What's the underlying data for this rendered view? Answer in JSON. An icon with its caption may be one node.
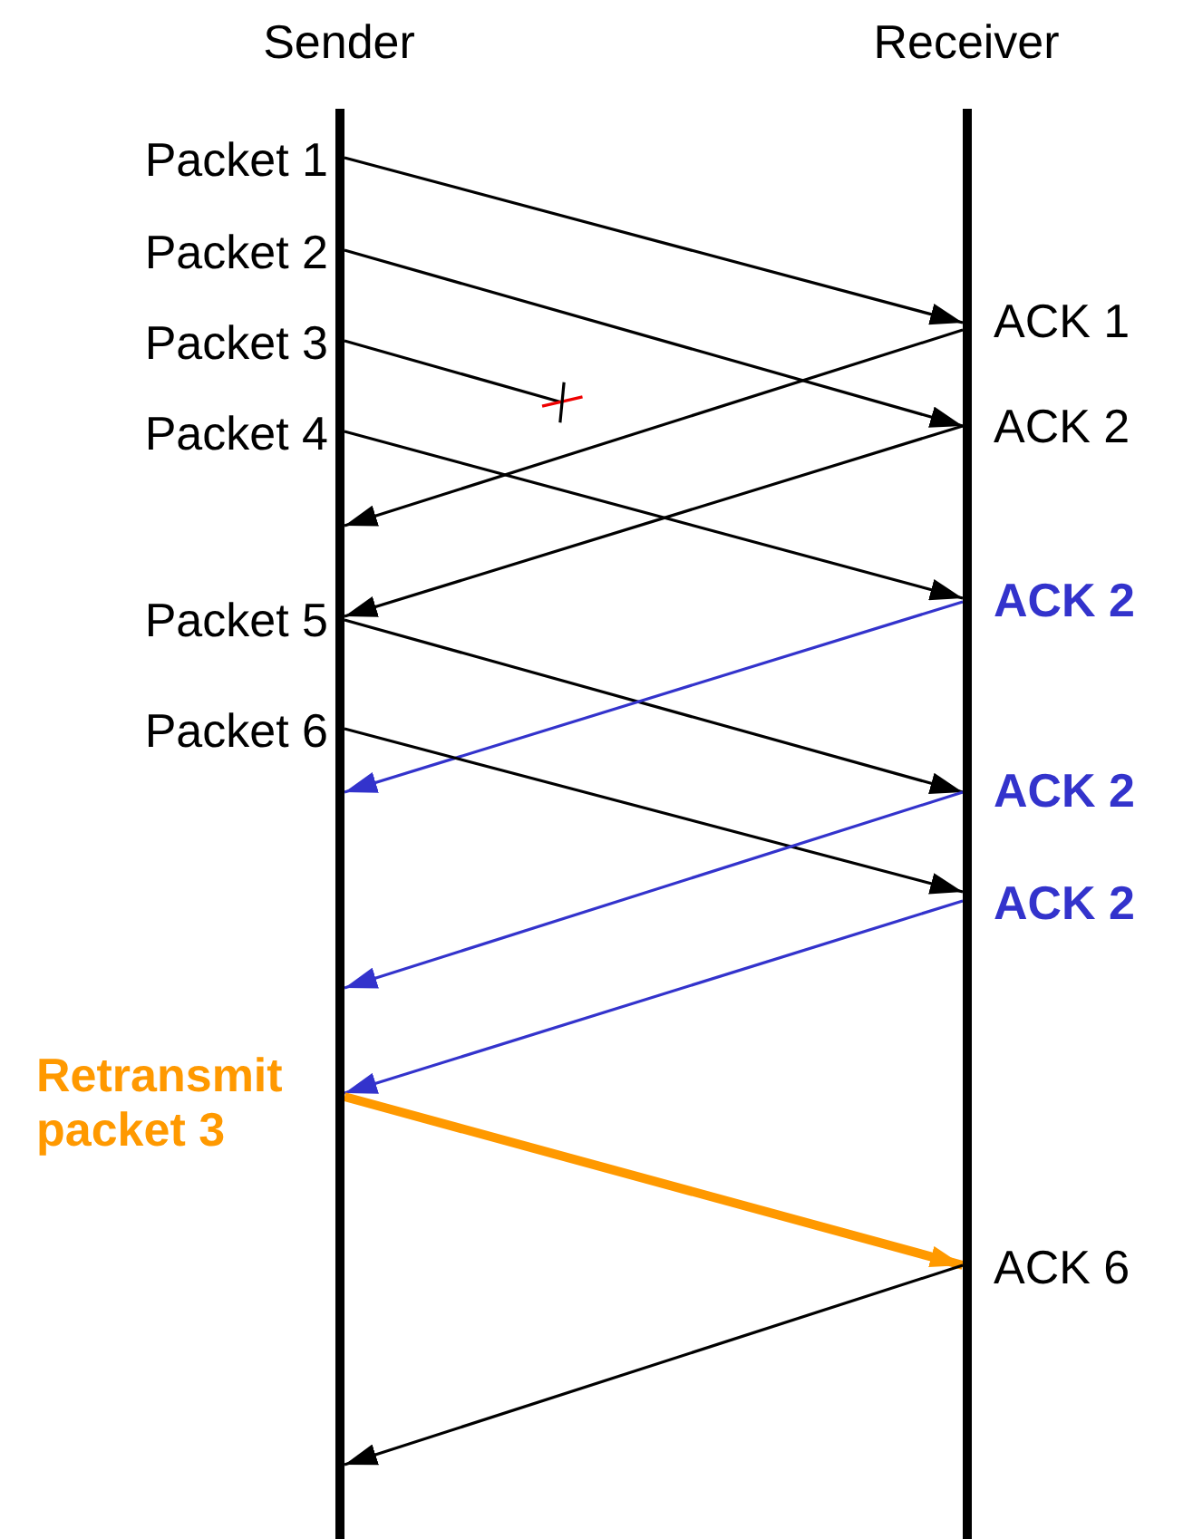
{
  "diagram": {
    "nodes": [
      {
        "text": [
          "Sender"
        ]
      },
      {
        "text": [
          "Receiver"
        ]
      }
    ],
    "edges": [
      {
        "from": 0,
        "to": 1,
        "arrow": "to",
        "label": "Packet 1"
      },
      {
        "from": 0,
        "to": 1,
        "arrow": "to",
        "label": "Packet 2"
      },
      {
        "from": 0,
        "to": null,
        "arrow": "other",
        "label": "Packet 3"
      },
      {
        "from": 1,
        "to": 0,
        "arrow": "to",
        "label": "ACK 1"
      },
      {
        "from": 1,
        "to": 0,
        "arrow": "to",
        "label": "ACK 2"
      },
      {
        "from": 0,
        "to": 1,
        "arrow": "to",
        "label": "Packet 4"
      },
      {
        "from": 0,
        "to": 1,
        "arrow": "to",
        "label": "Packet 5"
      },
      {
        "from": 1,
        "to": 0,
        "arrow": "to",
        "label": "ACK 2",
        "color": "#3333cc"
      },
      {
        "from": 0,
        "to": 1,
        "arrow": "to",
        "label": "Packet 6"
      },
      {
        "from": 1,
        "to": 0,
        "arrow": "to",
        "label": "ACK 2",
        "color": "#3333cc"
      },
      {
        "from": 1,
        "to": 0,
        "arrow": "to",
        "label": "ACK 2",
        "color": "#3333cc"
      },
      {
        "from": 0,
        "to": 1,
        "arrow": "to",
        "label": "Retransmit packet 3",
        "style": "thick",
        "color": "#ff9900"
      },
      {
        "from": 1,
        "to": 0,
        "arrow": "to",
        "label": "ACK 6"
      }
    ]
  }
}
